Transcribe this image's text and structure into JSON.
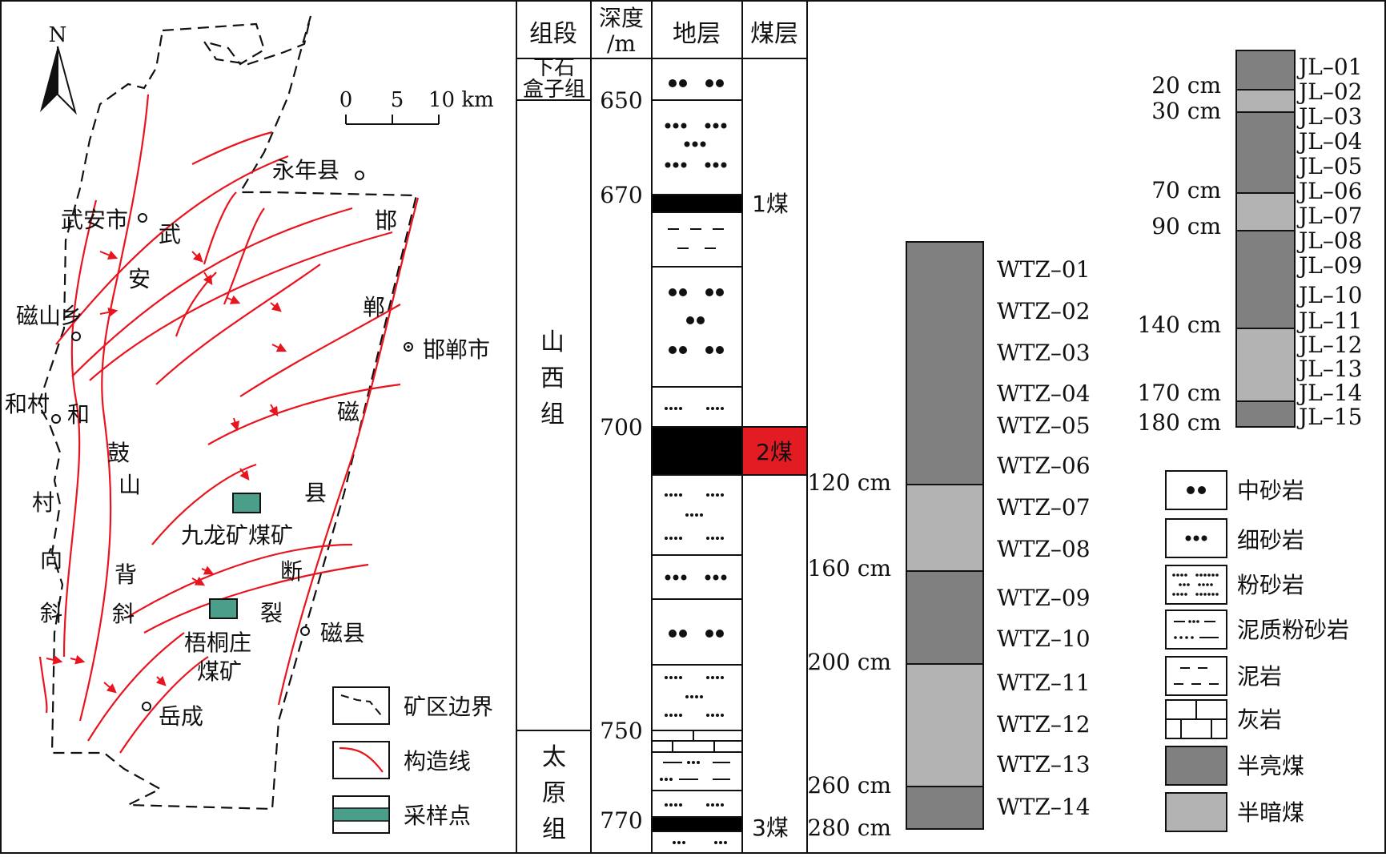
{
  "map": {
    "north": "N",
    "scale": {
      "ticks": [
        "0",
        "5",
        "10 km"
      ]
    },
    "places": {
      "yongnian": "永年县",
      "wuan": "武安市",
      "cishanxiang": "磁山乡",
      "handan": "邯郸市",
      "hecun": "和村",
      "cixian": "磁县",
      "yuecheng": "岳成",
      "jiulong": "九龙矿煤矿",
      "wutongzhuang": [
        "梧桐庄",
        "煤矿"
      ]
    },
    "structure_chars": {
      "wu": "武",
      "an": "安",
      "han": "邯",
      "dan": "郸",
      "ci": "磁",
      "xian": "县",
      "duan": "断",
      "lie": "裂",
      "he": "和",
      "cun": "村",
      "xiang": "向",
      "xie1": "斜",
      "gu": "鼓",
      "shan": "山",
      "bei": "背",
      "xie2": "斜"
    },
    "legend": {
      "boundary": "矿区边界",
      "structure": "构造线",
      "sample": "采样点"
    },
    "colors": {
      "structure": "#e8141e",
      "sample": "#4a9e8a",
      "boundary": "#111111"
    }
  },
  "strat": {
    "headers": {
      "unit": "组段",
      "depth": [
        "深度",
        "/m"
      ],
      "strata": "地层",
      "coal": "煤层"
    },
    "units": {
      "xiashihezi": [
        "下石",
        "盒子组"
      ],
      "shanxi": [
        "山",
        "西",
        "组"
      ],
      "taiyuan": [
        "太",
        "原",
        "组"
      ]
    },
    "depths": [
      "650",
      "670",
      "700",
      "750",
      "770"
    ],
    "coals": {
      "c1": "1煤",
      "c2": "2煤",
      "c3": "3煤"
    },
    "colors": {
      "coal2_highlight": "#e31b23"
    }
  },
  "wtz": {
    "depths": [
      "120 cm",
      "160 cm",
      "200 cm",
      "260 cm",
      "280 cm"
    ],
    "samples": [
      "WTZ–01",
      "WTZ–02",
      "WTZ–03",
      "WTZ–04",
      "WTZ–05",
      "WTZ–06",
      "WTZ–07",
      "WTZ–08",
      "WTZ–09",
      "WTZ–10",
      "WTZ–11",
      "WTZ–12",
      "WTZ–13",
      "WTZ–14"
    ]
  },
  "jl": {
    "depths": [
      "20 cm",
      "30 cm",
      "70 cm",
      "90 cm",
      "140 cm",
      "170 cm",
      "180 cm"
    ],
    "samples": [
      "JL–01",
      "JL–02",
      "JL–03",
      "JL–04",
      "JL–05",
      "JL–06",
      "JL–07",
      "JL–08",
      "JL–09",
      "JL–10",
      "JL–11",
      "JL–12",
      "JL–13",
      "JL–14",
      "JL–15"
    ]
  },
  "lith_legend": [
    "中砂岩",
    "细砂岩",
    "粉砂岩",
    "泥质粉砂岩",
    "泥岩",
    "灰岩",
    "半亮煤",
    "半暗煤"
  ],
  "colors": {
    "semibright": "#808080",
    "semidull": "#b3b3b3",
    "coal": "#000000"
  }
}
